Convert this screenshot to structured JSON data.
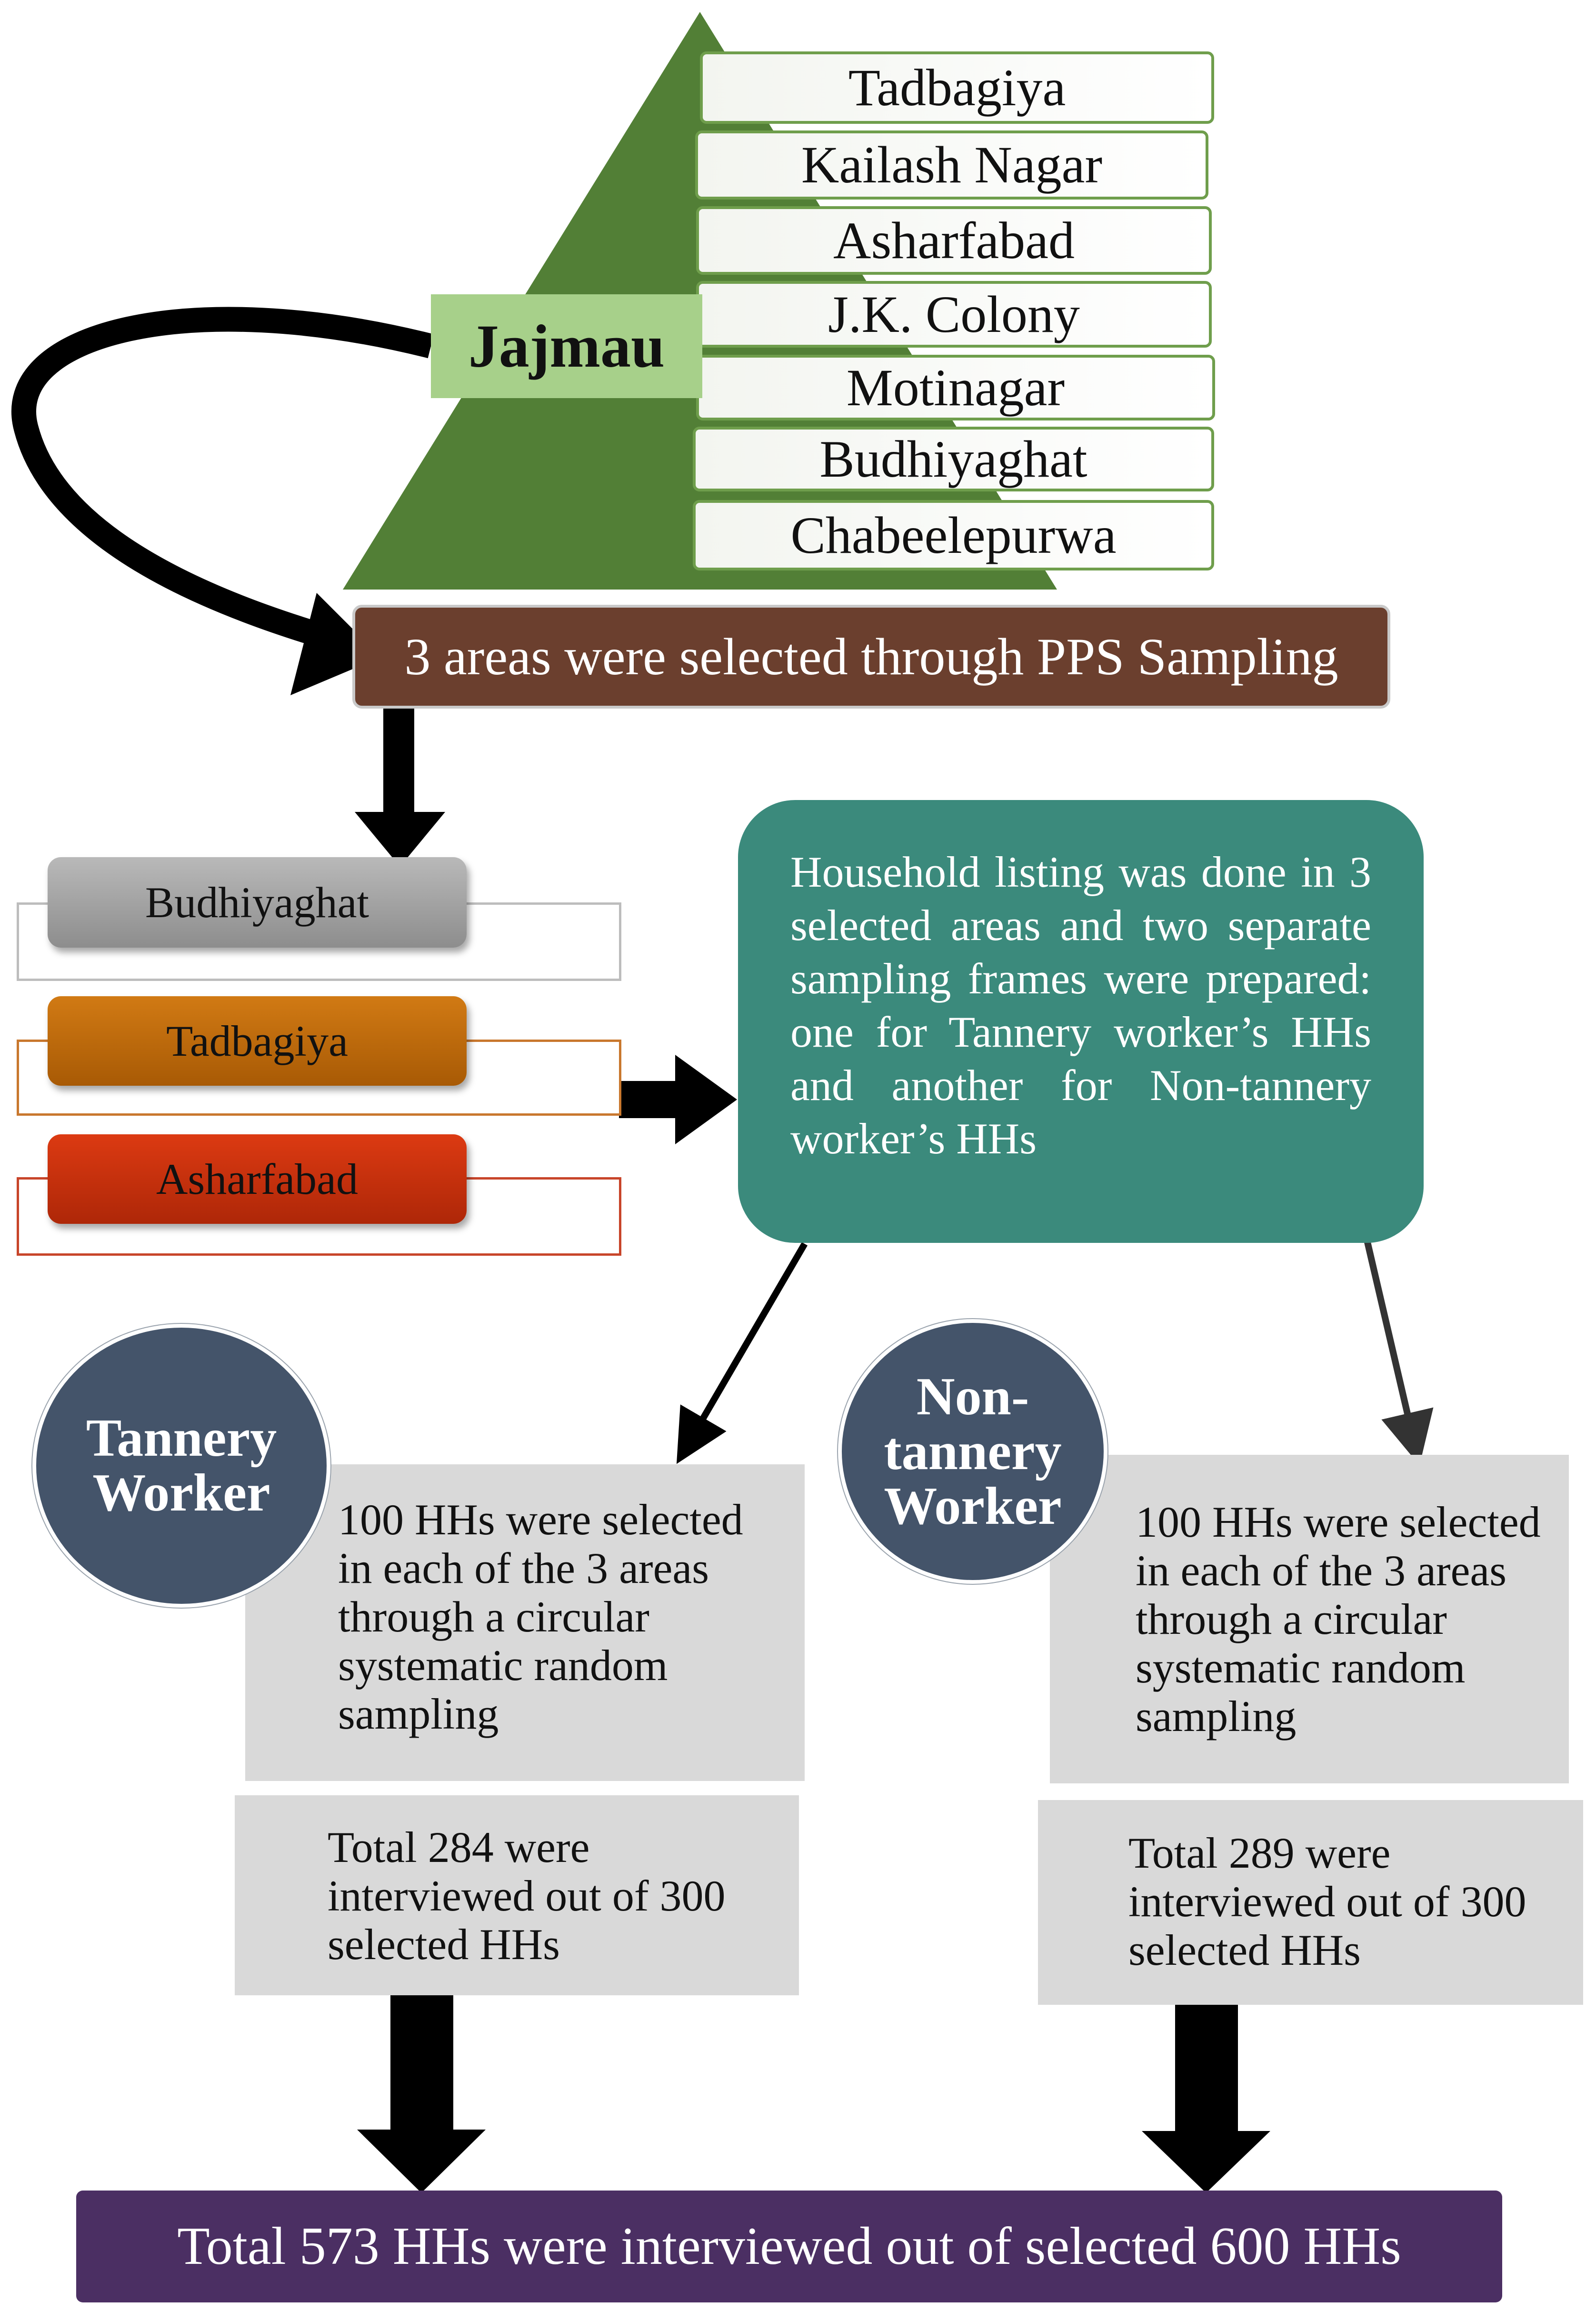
{
  "root": {
    "label": "Jajmau"
  },
  "areas": [
    "Tadbagiya",
    "Kailash Nagar",
    "Asharfabad",
    "J.K. Colony",
    "Motinagar",
    "Budhiyaghat",
    "Chabeelepurwa"
  ],
  "pps_step": "3 areas were selected through PPS Sampling",
  "selected_areas": [
    {
      "label": "Budhiyaghat",
      "color": "#a3a3a3"
    },
    {
      "label": "Tadbagiya",
      "color": "#c06a0a"
    },
    {
      "label": "Asharfabad",
      "color": "#c8300d"
    }
  ],
  "listing_step": "Household listing was done in 3 selected areas and two separate sampling frames were prepared: one for Tannery worker’s HHs and another for Non-tannery worker’s HHs",
  "tannery": {
    "title": "Tannery Worker",
    "selection": "100 HHs were selected in each of the 3 areas through a circular systematic random sampling",
    "interviewed": "Total 284 were interviewed out of 300 selected HHs"
  },
  "non_tannery": {
    "title": "Non-tannery Worker",
    "selection": "100 HHs were selected in each of the 3 areas through a circular systematic random sampling",
    "interviewed": "Total 289 were interviewed out of 300 selected HHs"
  },
  "total": "Total 573 HHs were interviewed out of selected 600 HHs",
  "colors": {
    "pyramid": "#527f36",
    "pps_box": "#6b3f2e",
    "teal_box": "#3b8a7c",
    "circle": "#44546a",
    "grey_box": "#d9d9d9",
    "final_box": "#4b2f63"
  }
}
